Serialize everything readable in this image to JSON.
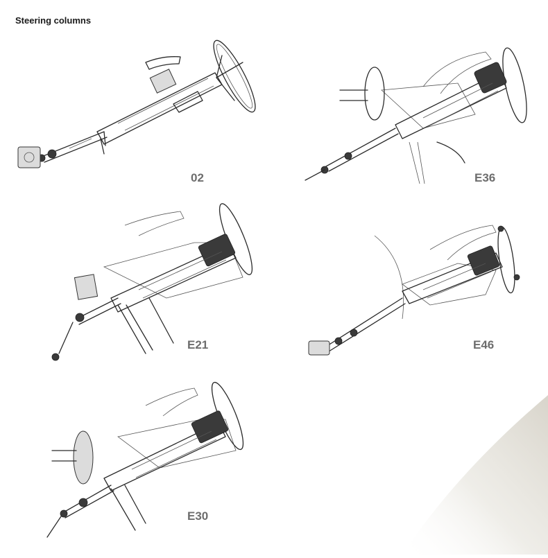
{
  "page": {
    "title": "Steering columns"
  },
  "figures": [
    {
      "id": "02",
      "caption": "02"
    },
    {
      "id": "E36",
      "caption": "E36"
    },
    {
      "id": "E21",
      "caption": "E21"
    },
    {
      "id": "E46",
      "caption": "E46"
    },
    {
      "id": "E30",
      "caption": "E30"
    }
  ]
}
